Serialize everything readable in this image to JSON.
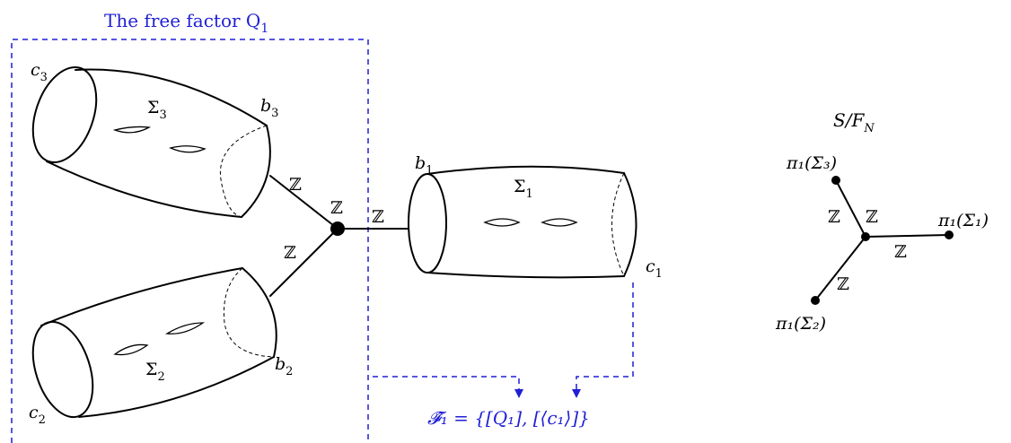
{
  "colors": {
    "accent": "#1f1fd6",
    "ink": "#000000"
  },
  "free_factor_label": "The free factor Q",
  "free_factor_sub": "1",
  "surfaces": {
    "sigma3": {
      "label": "Σ",
      "sub": "3",
      "outer": "c",
      "outer_sub": "3",
      "inner": "b",
      "inner_sub": "3"
    },
    "sigma2": {
      "label": "Σ",
      "sub": "2",
      "outer": "c",
      "outer_sub": "2",
      "inner": "b",
      "inner_sub": "2"
    },
    "sigma1": {
      "label": "Σ",
      "sub": "1",
      "outer": "c",
      "outer_sub": "1",
      "inner": "b",
      "inner_sub": "1"
    }
  },
  "edge_labels": {
    "e3": "ℤ",
    "e2": "ℤ",
    "vertex": "ℤ",
    "e1": "ℤ"
  },
  "family_label": "𝓕̂₁ = {[Q₁], [⟨c₁⟩]}",
  "quotient": {
    "title": "S/F",
    "title_sub": "N",
    "v3": "π₁(Σ₃)",
    "v2": "π₁(Σ₂)",
    "v1": "π₁(Σ₁)",
    "e3": "ℤ",
    "center": "ℤ",
    "e1": "ℤ",
    "e2": "ℤ"
  }
}
